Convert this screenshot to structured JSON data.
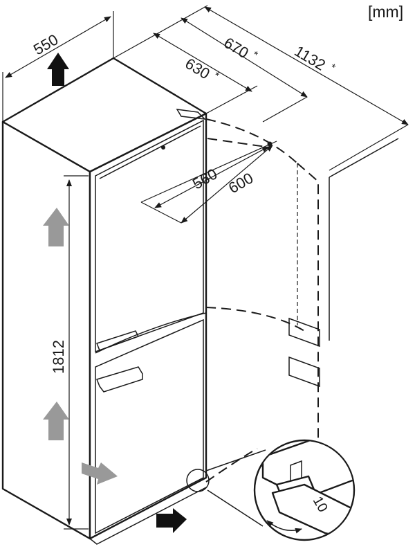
{
  "unit": "[mm]",
  "dimensions": {
    "width": "550",
    "depth_630": "630",
    "depth_670": "670",
    "depth_door_open": "1132",
    "depth_note_symbol": "*",
    "door_swing_560": "560",
    "door_swing_600": "600",
    "height": "1812"
  },
  "wrench_size": "10",
  "colors": {
    "line": "#1a1a1a",
    "arrow_black": "#111111",
    "arrow_gray": "#999999"
  }
}
